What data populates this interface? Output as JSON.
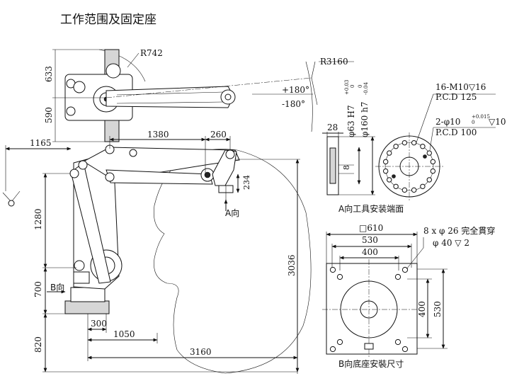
{
  "title": "工作范围及固定座",
  "top_view": {
    "radius_small": "R742",
    "radius_large": "R3160",
    "dim_633": "633",
    "dim_590": "590",
    "angle_plus": "+180°",
    "angle_minus": "-180°"
  },
  "side_view": {
    "dim_1165": "1165",
    "dim_1380": "1380",
    "dim_260": "260",
    "dim_234": "234",
    "dim_1280": "1280",
    "dim_700": "700",
    "dim_820": "820",
    "dim_300": "300",
    "dim_1050": "1050",
    "dim_3160": "3160",
    "dim_3036": "3036",
    "label_a": "A向",
    "label_b": "B向"
  },
  "flange_view": {
    "dim_28": "28",
    "dim_8": "8",
    "dim_d63": "φ63 H7",
    "tol_d63_upper": "+0.03",
    "tol_d63_lower": "0",
    "dim_d160": "φ160 h7",
    "tol_d160_upper": "0",
    "tol_d160_lower": "-0.04",
    "note1_line1": "16-M10▽16",
    "note1_line2": "P.C.D 125",
    "note2_prefix": "2-φ10",
    "note2_tol_upper": "+0.015",
    "note2_tol_lower": "0",
    "note2_suffix": "▽10",
    "note2_line2": "P.C.D 100",
    "caption": "A向工具安装端面"
  },
  "base_view": {
    "dim_square": "□610",
    "dim_530_h": "530",
    "dim_400_h": "400",
    "dim_400_v": "400",
    "dim_530_v": "530",
    "note_line1": "8 x φ 26 完全貫穿",
    "note_line2": "φ 40 ▽ 2",
    "caption": "B向底座安裝尺寸"
  }
}
